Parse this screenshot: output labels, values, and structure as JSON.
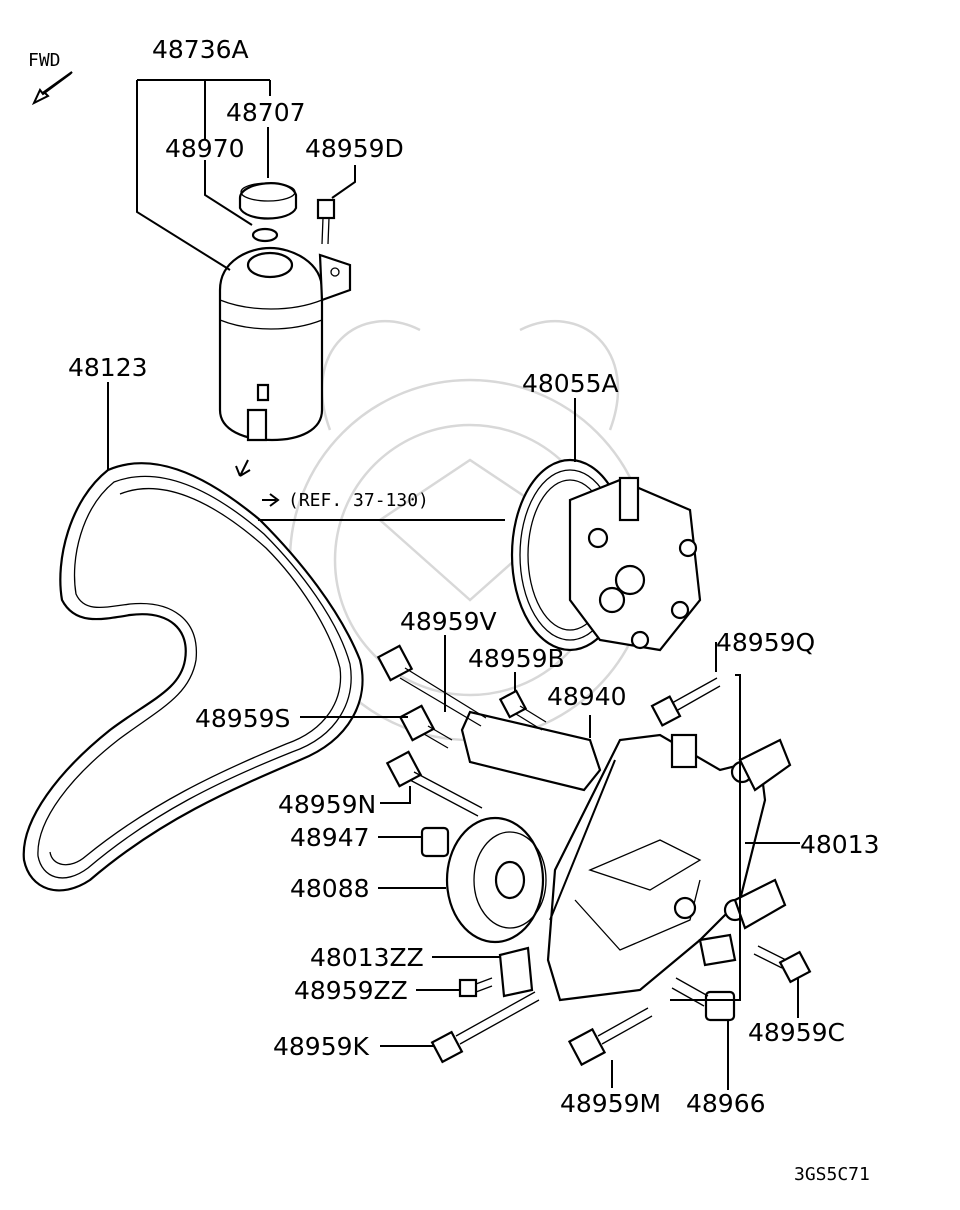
{
  "fwd_label": "FWD",
  "ref_label": "(REF. 37-130)",
  "footer_code": "3GS5C71",
  "parts": {
    "p48736A": "48736A",
    "p48707": "48707",
    "p48970": "48970",
    "p48959D": "48959D",
    "p48123": "48123",
    "p48055A": "48055A",
    "p48959V": "48959V",
    "p48959B": "48959B",
    "p48940": "48940",
    "p48959Q": "48959Q",
    "p48959S": "48959S",
    "p48959N": "48959N",
    "p48947": "48947",
    "p48013": "48013",
    "p48088": "48088",
    "p48013ZZ": "48013ZZ",
    "p48959ZZ": "48959ZZ",
    "p48959K": "48959K",
    "p48959C": "48959C",
    "p48959M": "48959M",
    "p48966": "48966"
  }
}
